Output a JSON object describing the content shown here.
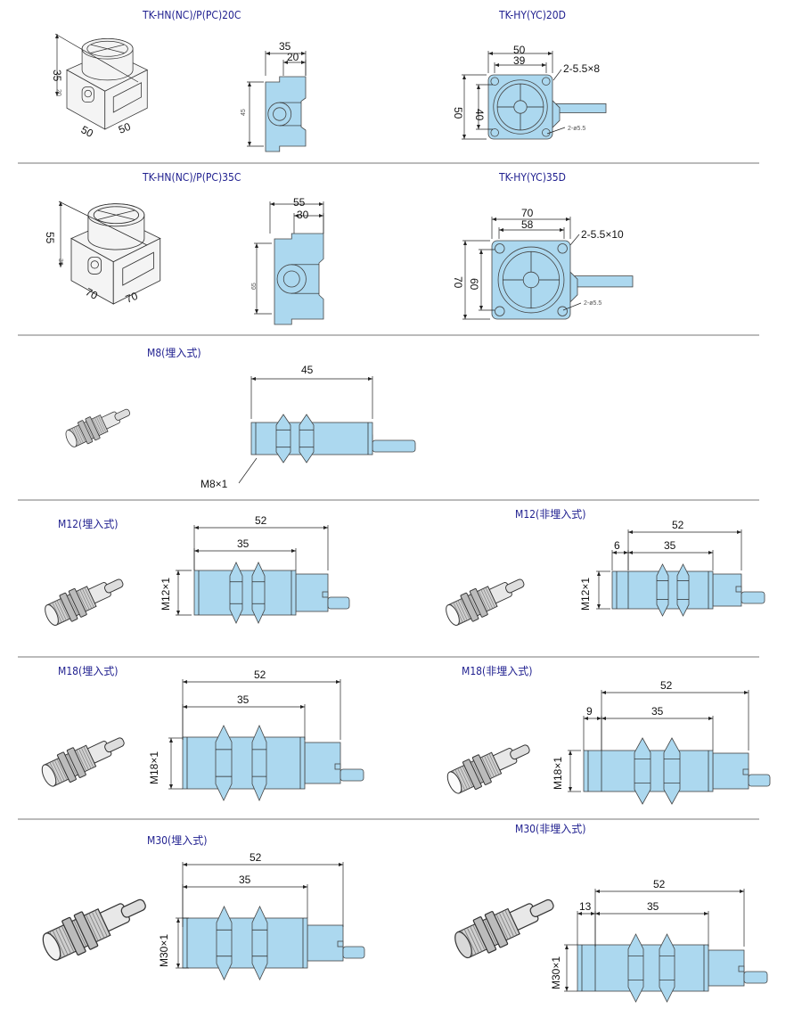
{
  "colors": {
    "title": "#1f1f8f",
    "fill": "#acd8ef"
  },
  "sections": {
    "hn20c": {
      "title": "TK-HN(NC)/P(PC)20C",
      "dims": [
        "35",
        "20",
        "50",
        "50",
        "35",
        "20",
        "45"
      ]
    },
    "hy20d": {
      "title": "TK-HY(YC)20D",
      "dims": [
        "50",
        "39",
        "50",
        "40"
      ],
      "note": "2-5.5×8",
      "hole": "2-ø5.5"
    },
    "hn35c": {
      "title": "TK-HN(NC)/P(PC)35C",
      "dims": [
        "55",
        "30",
        "70",
        "70",
        "55",
        "30",
        "65"
      ]
    },
    "hy35d": {
      "title": "TK-HY(YC)35D",
      "dims": [
        "70",
        "58",
        "70",
        "60"
      ],
      "note": "2-5.5×10",
      "hole": "2-ø5.5"
    },
    "m8": {
      "title": "M8(埋入式)",
      "dims": [
        "45"
      ],
      "thread": "M8×1"
    },
    "m12e": {
      "title": "M12(埋入式)",
      "dims": [
        "52",
        "35"
      ],
      "thread": "M12×1"
    },
    "m12n": {
      "title": "M12(非埋入式)",
      "dims": [
        "52",
        "35",
        "6"
      ],
      "thread": "M12×1"
    },
    "m18e": {
      "title": "M18(埋入式)",
      "dims": [
        "52",
        "35"
      ],
      "thread": "M18×1"
    },
    "m18n": {
      "title": "M18(非埋入式)",
      "dims": [
        "52",
        "35",
        "9"
      ],
      "thread": "M18×1"
    },
    "m30e": {
      "title": "M30(埋入式)",
      "dims": [
        "52",
        "35"
      ],
      "thread": "M30×1"
    },
    "m30n": {
      "title": "M30(非埋入式)",
      "dims": [
        "52",
        "35",
        "13"
      ],
      "thread": "M30×1"
    }
  }
}
